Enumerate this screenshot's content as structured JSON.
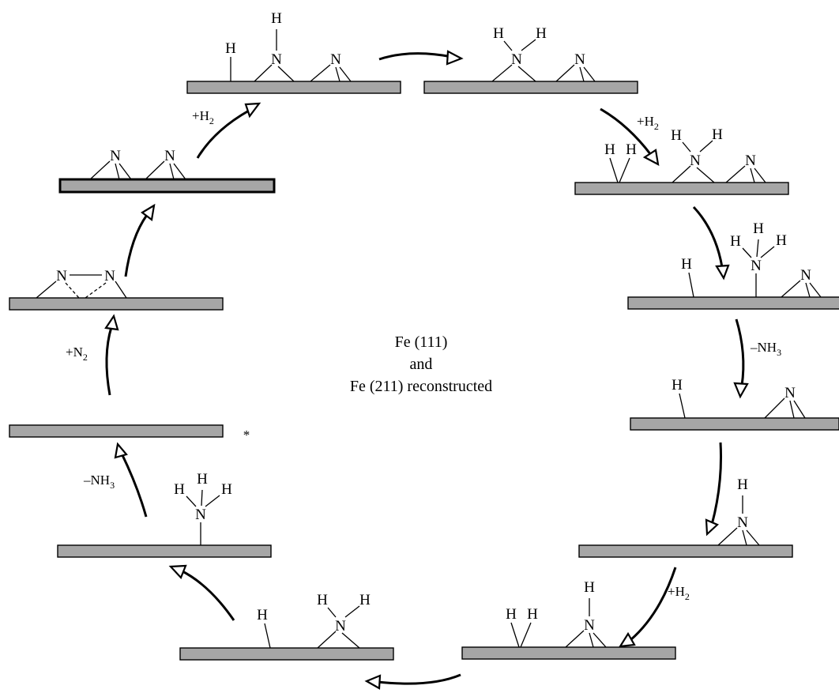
{
  "center_label": {
    "line1": "Fe (111)",
    "line2": "and",
    "line3": "Fe (211) reconstructed"
  },
  "atoms": {
    "nitrogen": "N",
    "hydrogen": "H"
  },
  "step_labels": {
    "h2_top_left": {
      "sign": "+",
      "base": "H",
      "sub": "2"
    },
    "h2_top_right": {
      "sign": "+",
      "base": "H",
      "sub": "2"
    },
    "nh3_right": {
      "sign": "–",
      "base": "NH",
      "sub": "3"
    },
    "h2_bottom_right": {
      "sign": "+",
      "base": "H",
      "sub": "2"
    },
    "nh3_left": {
      "sign": "–",
      "base": "NH",
      "sub": "3"
    },
    "n2_left": {
      "sign": "+",
      "base": "N",
      "sub": "2"
    }
  },
  "empty_surface_marker": "*",
  "colors": {
    "surface": "#a6a6a6",
    "line": "#000000",
    "arrowhead_fill": "#ffffff"
  }
}
